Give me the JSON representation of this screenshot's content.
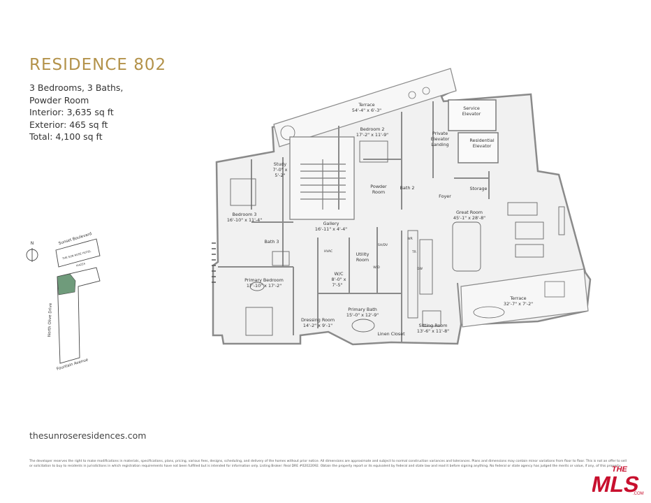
{
  "title": "RESIDENCE 802",
  "specs": [
    "3 Bedrooms, 3 Baths,",
    "Powder Room",
    "Interior: 3,635 sq ft",
    "Exterior: 465 sq ft",
    "Total: 4,100 sq ft"
  ],
  "website": "thesunroseresidences.com",
  "disclaimer": "The developer reserves the right to make modifications in materials, specifications, plans, pricing, various fees, designs, scheduling, and delivery of the homes without prior notice. All dimensions are approximate and subject to normal construction variances and tolerances. Plans and dimensions may contain minor variations from floor to floor. This is not an offer to sell or solicitation to buy to residents in jurisdictions in which registration requirements have not been fulfilled but is intended for information only. Listing Broker: Real DRE #02022092. Obtain the property report or its equivalent by federal and state law and read it before signing anything. No federal or state agency has judged the merits or value, if any, of this property.",
  "rooms": {
    "terrace_top": "Terrace",
    "terrace_top_dim": "54'-4\" x 6'-3\"",
    "bedroom2": "Bedroom 2",
    "bedroom2_dim": "17'-2\" x 11'-9\"",
    "private_elevator_1": "Private",
    "private_elevator_2": "Elevator",
    "private_elevator_3": "Landing",
    "service_elevator_1": "Service",
    "service_elevator_2": "Elevator",
    "residential_elevator_1": "Residential",
    "residential_elevator_2": "Elevator",
    "study": "Study",
    "study_dim_1": "7'-0\" x",
    "study_dim_2": "5'-2\"",
    "powder_1": "Powder",
    "powder_2": "Room",
    "bath2": "Bath 2",
    "foyer": "Foyer",
    "storage": "Storage",
    "bedroom3": "Bedroom 3",
    "bedroom3_dim": "16'-10\" x 11'-4\"",
    "great_room": "Great Room",
    "great_room_dim": "45'-1\" x 28'-8\"",
    "gallery": "Gallery",
    "gallery_dim": "16'-11\" x 4'-4\"",
    "bath3": "Bath 3",
    "hvac": "HVAC",
    "sh_dv": "SH/DV",
    "wr": "WR",
    "tr": "TR",
    "dw": "DW",
    "utility_1": "Utility",
    "utility_2": "Room",
    "wd": "W/D",
    "wic": "W/C",
    "wic_dim_1": "8'-0\" x",
    "wic_dim_2": "7'-5\"",
    "primary_bedroom": "Primary Bedroom",
    "primary_bedroom_dim": "17'-10\" x 17'-2\"",
    "terrace_right": "Terrace",
    "terrace_right_dim": "32'-7\" x 7'-2\"",
    "primary_bath": "Primary Bath",
    "primary_bath_dim": "15'-0\" x 12'-9\"",
    "dressing_room": "Dressing Room",
    "dressing_room_dim": "14'-2\" x 9'-1\"",
    "sitting_room": "Sitting Room",
    "sitting_room_dim": "13'-6\" x 11'-8\"",
    "linen_closet": "Linen Closet"
  },
  "site_map": {
    "north": "N",
    "street_top": "Sunset Boulevard",
    "hotel": "THE SUN ROSE HOTEL",
    "piazza": "PIAZZA",
    "street_left": "North Olive Drive",
    "street_bottom": "Fountain Avenue"
  },
  "logo_text": "THE MLS .COM",
  "colors": {
    "accent": "#b3924a",
    "highlight": "#6f9b7b",
    "wall": "#8a8a8a",
    "floor": "#efefef"
  }
}
